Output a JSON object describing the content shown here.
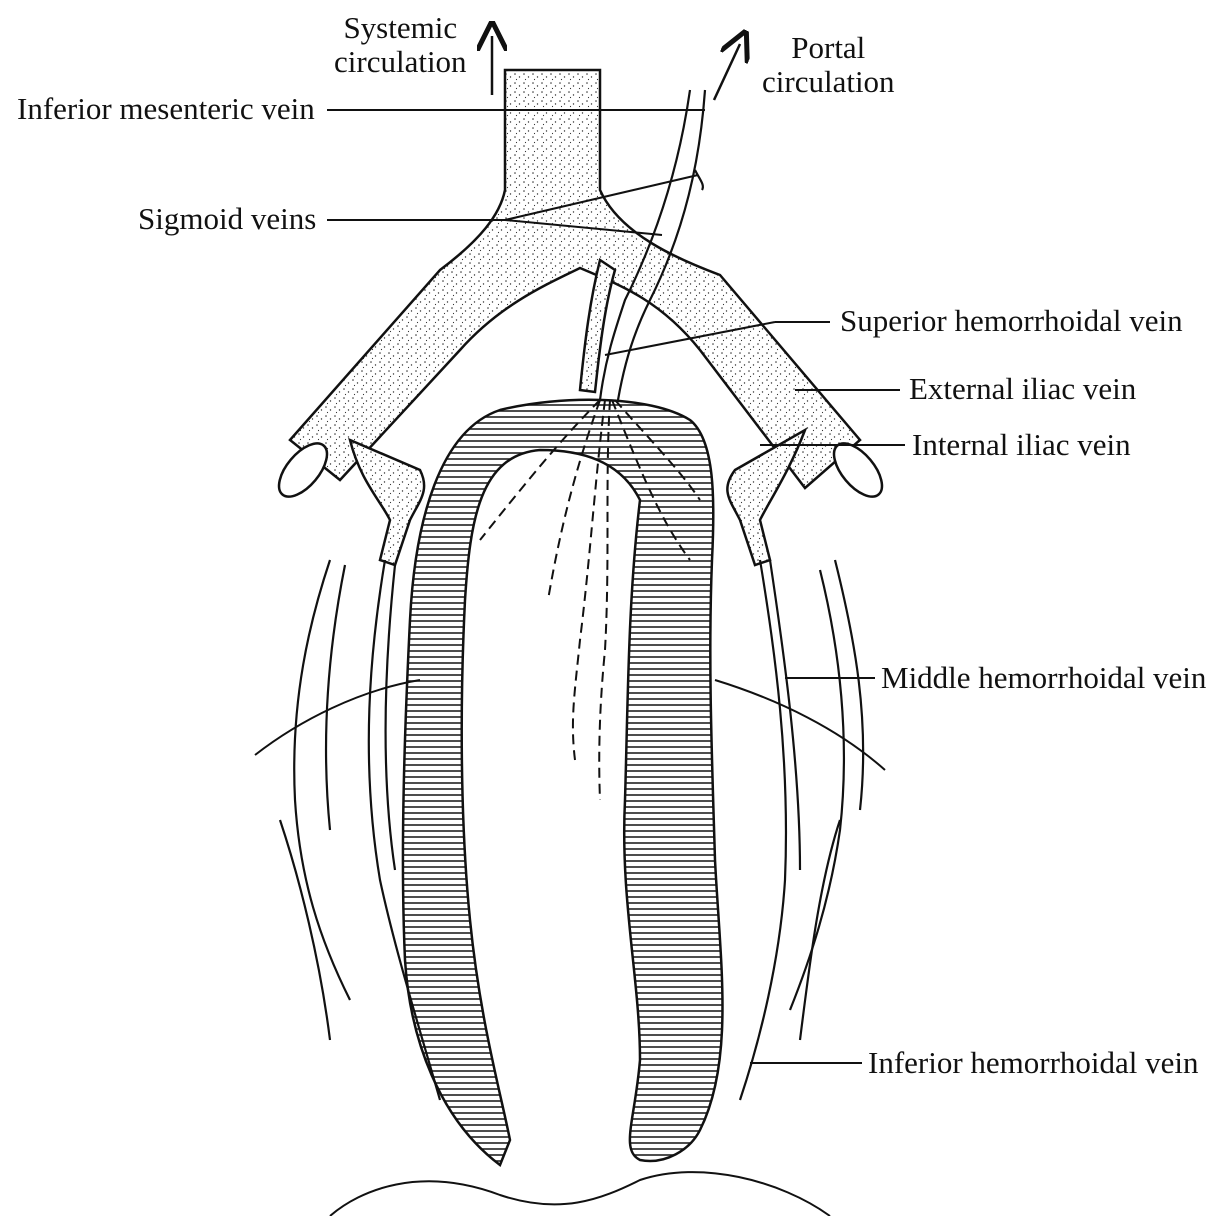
{
  "figure": {
    "labels": {
      "systemic_circulation": "Systemic\ncirculation",
      "portal_circulation": "Portal\ncirculation",
      "inferior_mesenteric_vein": "Inferior mesenteric vein",
      "sigmoid_veins": "Sigmoid veins",
      "superior_hemorrhoidal_vein": "Superior hemorrhoidal vein",
      "external_iliac_vein": "External iliac vein",
      "internal_iliac_vein": "Internal iliac vein",
      "middle_hemorrhoidal_vein": "Middle hemorrhoidal vein",
      "inferior_hemorrhoidal_vein": "Inferior hemorrhoidal vein"
    },
    "colors": {
      "ink": "#111111",
      "paper": "#ffffff",
      "stipple": "#333333"
    }
  }
}
